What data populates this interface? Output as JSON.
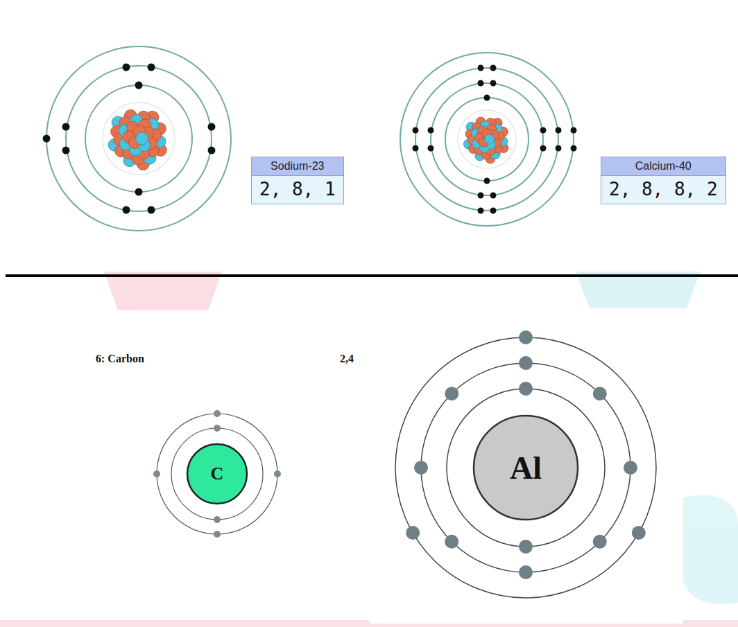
{
  "diagram": {
    "nodes": [
      {
        "text": [
          "Sodium-23",
          "2, 8, 1"
        ]
      },
      {
        "text": [
          "Calcium-40",
          "2, 8, 8, 2"
        ]
      },
      {
        "text": [
          "C"
        ]
      },
      {
        "text": [
          "Al"
        ]
      }
    ],
    "labels": [
      "6: Carbon",
      "2,4"
    ]
  }
}
